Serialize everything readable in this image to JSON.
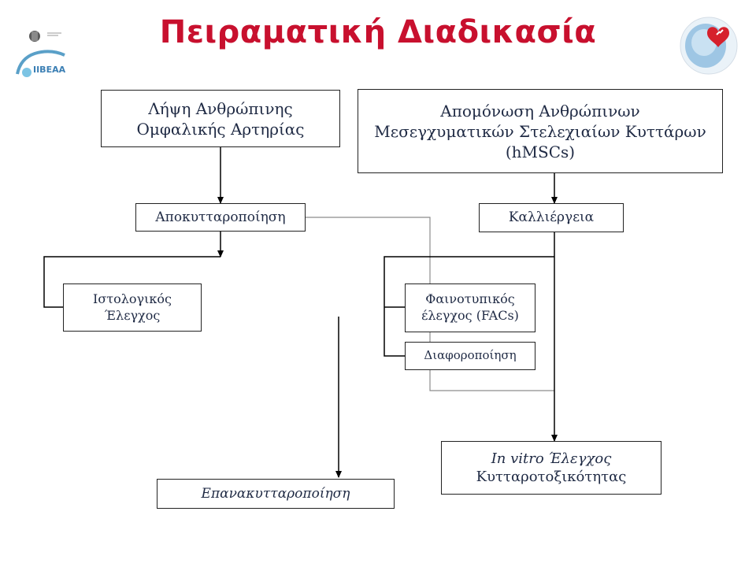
{
  "title": "Πειραματική Διαδικασία",
  "logos": {
    "left_text": "ΙΙΒΕΑΑ",
    "left_icon": "building-icon",
    "right_icon": "heart-fetus-icon"
  },
  "nodes": {
    "umbilical": {
      "line1": "Λήψη Ανθρώπινης",
      "line2": "Ομφαλικής Αρτηρίας"
    },
    "isolation": {
      "line1": "Απομόνωση Ανθρώπινων",
      "line2": "Μεσεγχυματικών Στελεχιαίων Κυττάρων",
      "line3": "(hMSCs)"
    },
    "decell": {
      "line1": "Αποκυτταροποίηση"
    },
    "culture": {
      "line1": "Καλλιέργεια"
    },
    "histo": {
      "line1": "Ιστολογικός",
      "line2": "Έλεγχος"
    },
    "pheno": {
      "line1": "Φαινοτυπικός",
      "line2": "έλεγχος (FACs)"
    },
    "diff": {
      "line1": "Διαφοροποίηση"
    },
    "invitro": {
      "line1": "In vitro Έλεγχος",
      "line2": "Κυτταροτοξικότητας"
    },
    "recell": {
      "line1": "Επανακυτταροποίηση"
    }
  },
  "colors": {
    "title": "#c8102e",
    "text": "#1f2a44",
    "line": "#000000",
    "gray_line": "#8c8c8c"
  }
}
